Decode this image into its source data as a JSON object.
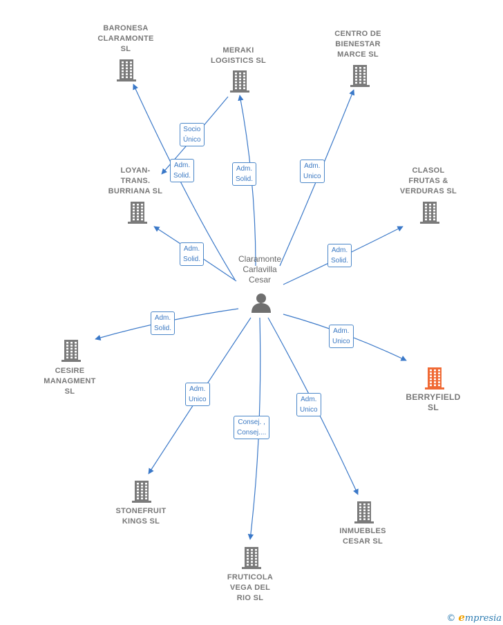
{
  "center": {
    "name": "Claramonte\nCarlavilla\nCesar",
    "icon": "person-icon",
    "color": "#6f6f6f"
  },
  "colors": {
    "edge": "#3a78c8",
    "building": "#7a7a7a",
    "highlight": "#f06a35"
  },
  "nodes": [
    {
      "id": "baronesa",
      "name": "BARONESA\nCLARAMONTE\nSL",
      "icon": "building-icon",
      "highlight": false
    },
    {
      "id": "meraki",
      "name": "MERAKI\nLOGISTICS  SL",
      "icon": "building-icon",
      "highlight": false
    },
    {
      "id": "centro",
      "name": "CENTRO DE\nBIENESTAR\nMARCE  SL",
      "icon": "building-icon",
      "highlight": false
    },
    {
      "id": "loyan",
      "name": "LOYAN-\nTRANS.\nBURRIANA SL",
      "icon": "building-icon",
      "highlight": false
    },
    {
      "id": "clasol",
      "name": "CLASOL\nFRUTAS &\nVERDURAS  SL",
      "icon": "building-icon",
      "highlight": false
    },
    {
      "id": "cesire",
      "name": "CESIRE\nMANAGMENT\nSL",
      "icon": "building-icon",
      "highlight": false
    },
    {
      "id": "berryfield",
      "name": "BERRYFIELD\nSL",
      "icon": "building-icon",
      "highlight": true
    },
    {
      "id": "stonefruit",
      "name": "STONEFRUIT\nKINGS  SL",
      "icon": "building-icon",
      "highlight": false
    },
    {
      "id": "inmuebles",
      "name": "INMUEBLES\nCESAR  SL",
      "icon": "building-icon",
      "highlight": false
    },
    {
      "id": "fruticola",
      "name": "FRUTICOLA\nVEGA DEL\nRIO  SL",
      "icon": "building-icon",
      "highlight": false
    }
  ],
  "edges": [
    {
      "id": "e-baronesa",
      "label": "Adm.\nSolid."
    },
    {
      "id": "e-meraki",
      "label": "Adm.\nSolid."
    },
    {
      "id": "e-centro",
      "label": "Adm.\nUnico"
    },
    {
      "id": "e-meraki-loyan",
      "label": "Socio\nÚnico"
    },
    {
      "id": "e-loyan",
      "label": "Adm.\nSolid."
    },
    {
      "id": "e-clasol",
      "label": "Adm.\nSolid."
    },
    {
      "id": "e-cesire",
      "label": "Adm.\nSolid."
    },
    {
      "id": "e-berryfield",
      "label": "Adm.\nUnico"
    },
    {
      "id": "e-stonefruit",
      "label": "Adm.\nUnico"
    },
    {
      "id": "e-inmuebles",
      "label": "Adm.\nUnico"
    },
    {
      "id": "e-fruticola",
      "label": "Consej. ,\nConsej...."
    }
  ],
  "footer": {
    "copyright": "©",
    "brand_initial": "e",
    "brand_rest": "mpresia"
  }
}
